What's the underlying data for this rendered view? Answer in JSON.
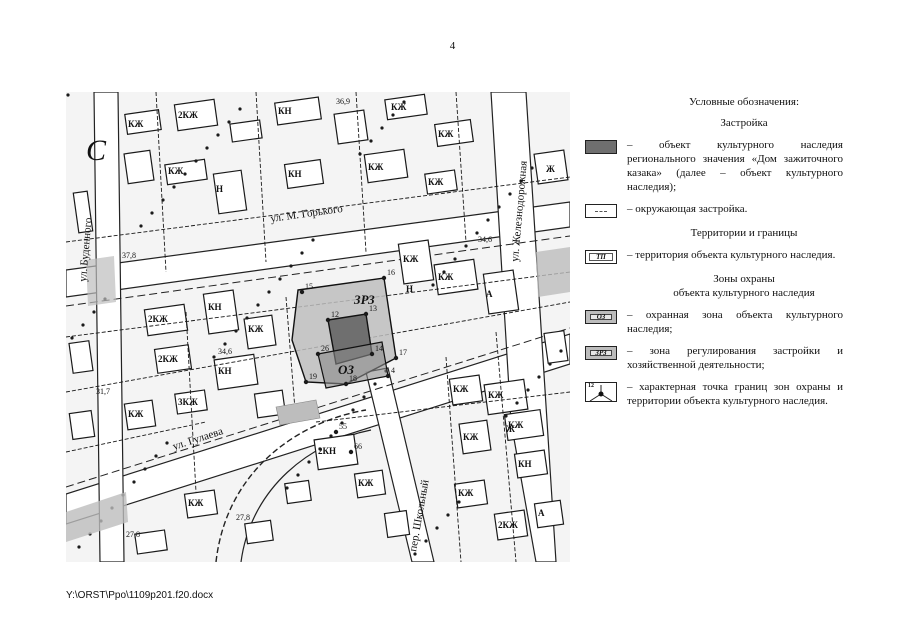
{
  "page": {
    "number": "4"
  },
  "map": {
    "streets": [
      "ул. Буденного",
      "ул. М. Горького",
      "ул. Железнодорожная",
      "ул. Гулаева",
      "пер. Школьный"
    ],
    "zone_labels": {
      "regulation": "ЗРЗ",
      "protection": "ОЗ"
    },
    "north_arrow": "С",
    "building_labels": [
      "КЖ",
      "2КЖ",
      "КН",
      "КЖ",
      "КЖ",
      "КЖ",
      "КН",
      "КЖ",
      "КЖ",
      "2КЖ",
      "КН",
      "КЖ",
      "КЖ",
      "КЖ",
      "2КЖ",
      "КН",
      "3КЖ",
      "КЖ",
      "КЖ",
      "КЖ",
      "КЖ",
      "КЖ",
      "КН",
      "2КН",
      "КЖ",
      "КЖ",
      "КЖ",
      "2КЖ",
      "А",
      "А",
      "Ж",
      "Ж",
      "Н",
      "Н"
    ],
    "point_numbers": [
      "15",
      "16",
      "17",
      "18",
      "19",
      "12",
      "13",
      "14",
      "4",
      "26",
      "55",
      "66"
    ],
    "elevations": [
      "37,8",
      "34,6",
      "31,7",
      "27,8",
      "27,8",
      "36,9",
      "34,6"
    ],
    "colors": {
      "background": "#f4f4f4",
      "building": "#ffffff",
      "outline": "#1a1a1a",
      "zone": "#bdbdbd",
      "object": "#6f6f6f"
    }
  },
  "legend": {
    "title": "Условные обозначения:",
    "section_building": "Застройка",
    "item_object": "– объект культурного наследия регионального значения «Дом зажиточного казака» (далее – объект культурного наследия);",
    "item_surrounding": "– окружающая застройка.",
    "section_territory": "Территории и границы",
    "item_territory_swatch": "ТП",
    "item_territory": "– территория объекта культурного наследия.",
    "section_zones_1": "Зоны охраны",
    "section_zones_2": "объекта культурного наследия",
    "item_protection_swatch": "ОЗ",
    "item_protection": "– охранная зона объекта культурного наследия;",
    "item_regulation_swatch": "ЗРЗ",
    "item_regulation": "– зона регулирования застройки и хозяйственной деятельности;",
    "item_point_swatch": "12",
    "item_point": "– характерная точка границ зон охраны и территории объекта культурного наследия."
  },
  "footer": {
    "path": "Y:\\ORST\\Ppo\\1109p201.f20.docx"
  }
}
